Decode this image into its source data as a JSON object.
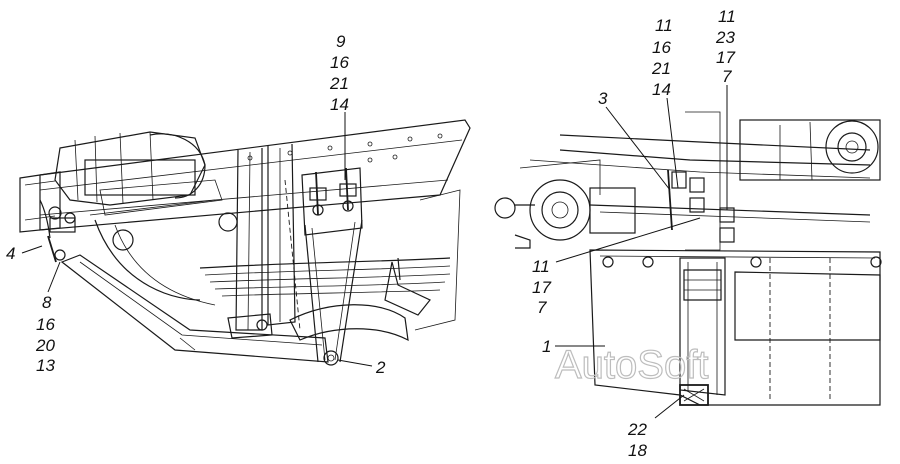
{
  "left_view": {
    "callouts": [
      {
        "id": "c-4",
        "lines": [
          "4"
        ]
      },
      {
        "id": "c-8",
        "lines": [
          "8",
          "16",
          "20",
          "13"
        ]
      },
      {
        "id": "c-9",
        "lines": [
          "9",
          "16",
          "21",
          "14"
        ]
      },
      {
        "id": "c-2",
        "lines": [
          "2"
        ]
      }
    ]
  },
  "right_view": {
    "callouts": [
      {
        "id": "c-3",
        "lines": [
          "3"
        ]
      },
      {
        "id": "c-11a",
        "lines": [
          "11",
          "16",
          "21",
          "14"
        ]
      },
      {
        "id": "c-11b",
        "lines": [
          "11",
          "23",
          "17",
          "7"
        ]
      },
      {
        "id": "c-11c",
        "lines": [
          "11",
          "17",
          "7"
        ]
      },
      {
        "id": "c-1",
        "lines": [
          "1"
        ]
      },
      {
        "id": "c-22",
        "lines": [
          "22",
          "18"
        ]
      }
    ]
  },
  "watermark": "AutoSoft"
}
